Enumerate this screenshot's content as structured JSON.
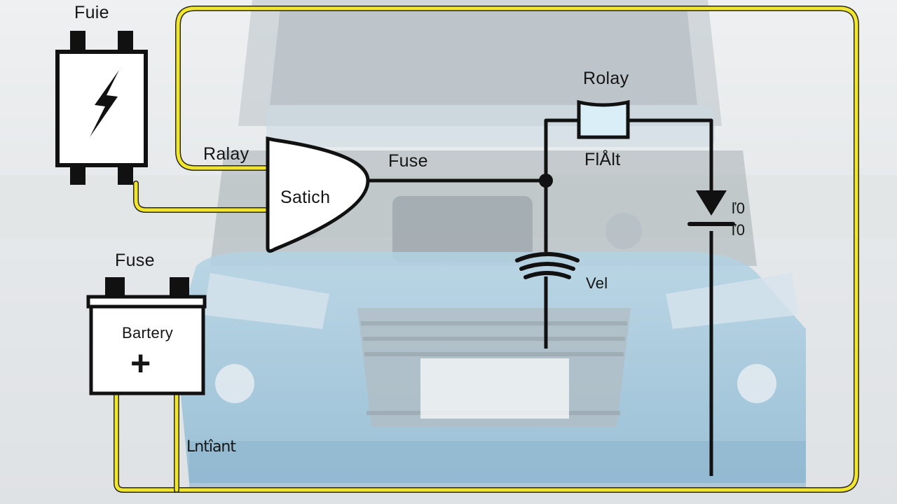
{
  "diagram": {
    "components": {
      "fuse_component": {
        "label": "Fuie",
        "symbol": "lightning-bolt"
      },
      "relay_wire_label": {
        "label": "Ralay"
      },
      "switch": {
        "label": "Satich"
      },
      "fuse_wire_label": {
        "label": "Fuse"
      },
      "relay_top": {
        "label": "Rolay"
      },
      "fuse_element": {
        "label": "FlÅlt"
      },
      "diode": {
        "label_top": "ľ0",
        "label_bottom": "ľ0"
      },
      "capacitor": {
        "label": "Vel"
      },
      "battery": {
        "title": "Fuse",
        "label": "Bartery",
        "symbol": "+"
      },
      "ground_label": {
        "label": "Lntîant"
      }
    },
    "colors": {
      "wire_yellow": "#f2e52d",
      "wire_black": "#111111",
      "car_blue": "#9fc6dc",
      "background": "#e9ecee"
    }
  }
}
